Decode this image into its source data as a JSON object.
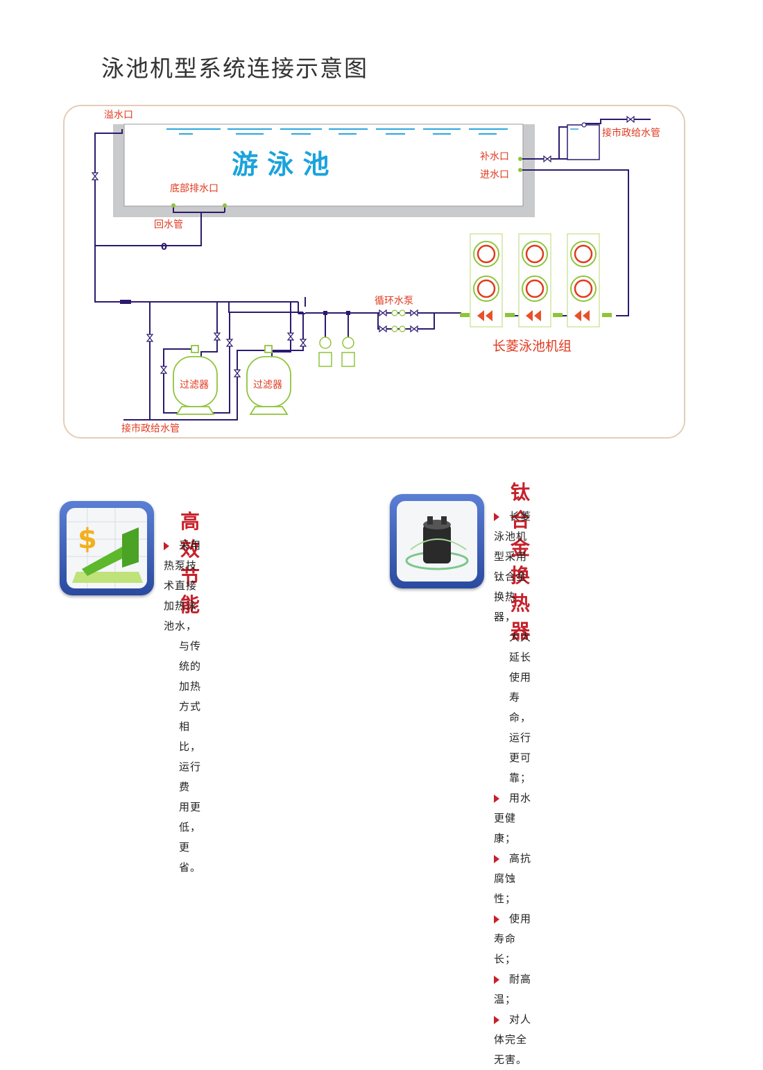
{
  "title": "泳池机型系统连接示意图",
  "diagram": {
    "pool": "游 泳 池",
    "overflow": "溢水口",
    "bottom_drain": "底部排水口",
    "return_pipe": "回水管",
    "makeup": "补水口",
    "inlet": "进水口",
    "city_water_top": "接市政给水管",
    "city_water_bottom": "接市政给水管",
    "pump": "循环水泵",
    "filter1": "过滤器",
    "filter2": "过滤器",
    "units": "长菱泳池机组",
    "valve_mark": "0"
  },
  "features": {
    "left": {
      "heading": "高效节能",
      "lines": [
        "采用热泵技术直接加热泳池水，",
        "与传统的加热方式相比，运行费",
        "用更低，更省。"
      ]
    },
    "right": {
      "heading": "钛合金换热器",
      "items": [
        {
          "first": "长菱泳池机型采用钛合金换热器，",
          "second": "大大延长使用寿命，运行更可靠；"
        },
        {
          "first": "用水更健康；"
        },
        {
          "first": "高抗腐蚀性；"
        },
        {
          "first": "使用寿命长；"
        },
        {
          "first": "耐高温；"
        },
        {
          "first": "对人体完全无害。"
        }
      ]
    }
  },
  "colors": {
    "pipe": "#2c1a6e",
    "label": "#e03a1e",
    "pool_text": "#1aa3dc",
    "equipment": "#8fc43a",
    "heading": "#c8202a"
  }
}
